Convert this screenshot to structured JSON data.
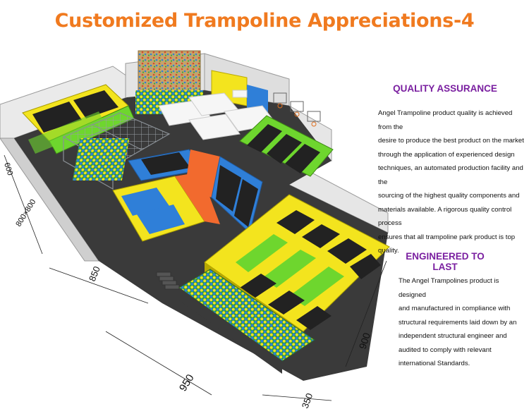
{
  "title": "Customized Trampoline Appreciations-4",
  "colors": {
    "title": "#f07a1f",
    "heading": "#7a1fa0",
    "yellow": "#f3e41e",
    "green": "#6ed62e",
    "blue": "#2f7fd8",
    "orange": "#f26a2e",
    "wall": "#e2e2e2",
    "floor": "#3a3a3a"
  },
  "sections": [
    {
      "heading": "QUALITY ASSURANCE",
      "lines": [
        "Angel Trampoline product quality is achieved from the",
        "desire to produce the best product on the market",
        "through the application of experienced design",
        "techniques, an automated production facility and the",
        "sourcing of the highest quality components and",
        "materials available. A rigorous quality control process",
        "ensures that all trampoline park product is top quality."
      ]
    },
    {
      "heading": "ENGINEERED TO LAST",
      "lines": [
        "The Angel Trampolines product is designed",
        "and manufactured in compliance with",
        "structural requirements laid down by an",
        "independent structural engineer and",
        "audited to comply with relevant",
        "international Standards."
      ]
    }
  ],
  "dimensions": [
    "600",
    "800×800",
    "850",
    "950",
    "350",
    "900"
  ]
}
